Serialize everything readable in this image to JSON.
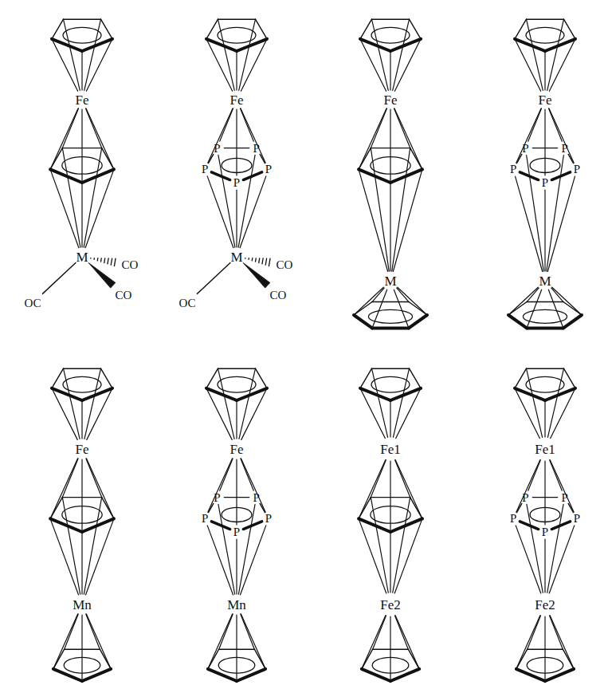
{
  "diagram": {
    "labels": [
      "Fe",
      "M",
      "OC",
      "CO",
      "CO",
      "Fe",
      "P",
      "P",
      "P",
      "P",
      "P",
      "M",
      "OC",
      "CO",
      "CO",
      "Fe",
      "M",
      "Fe",
      "P",
      "P",
      "P",
      "P",
      "P",
      "M",
      "Fe",
      "Mn",
      "Fe",
      "P",
      "P",
      "P",
      "P",
      "P",
      "Mn",
      "Fe1",
      "Fe2",
      "Fe1",
      "P",
      "P",
      "P",
      "P",
      "P",
      "Fe2"
    ]
  }
}
